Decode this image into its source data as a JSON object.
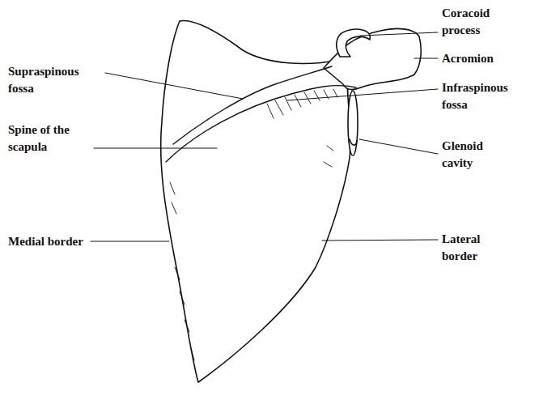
{
  "diagram": {
    "labels": [
      "Coracoid process",
      "Acromion",
      "Supraspinous fossa",
      "Infraspinous fossa",
      "Spine of the scapula",
      "Glenoid cavity",
      "Medial border",
      "Lateral border"
    ]
  }
}
